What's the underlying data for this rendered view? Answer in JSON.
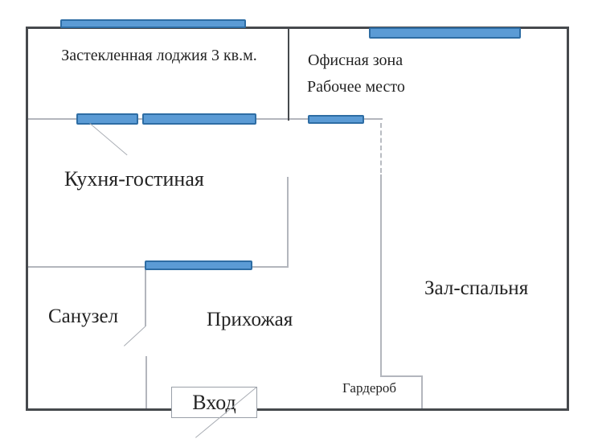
{
  "floor_plan": {
    "labels": {
      "loggia": "Застекленная лоджия 3 кв.м.",
      "office_zone": "Офисная зона",
      "workplace": "Рабочее место",
      "kitchen_living": "Кухня-гостиная",
      "hall_bedroom": "Зал-спальня",
      "bathroom": "Санузел",
      "hallway": "Прихожая",
      "entrance": "Вход",
      "wardrobe": "Гардероб"
    },
    "colors": {
      "window_fill": "#5b9bd5",
      "window_border": "#2e6da4",
      "wall_dark": "#46494d",
      "wall_light": "#b3b6bd",
      "text": "#242424",
      "background": "#ffffff"
    }
  }
}
